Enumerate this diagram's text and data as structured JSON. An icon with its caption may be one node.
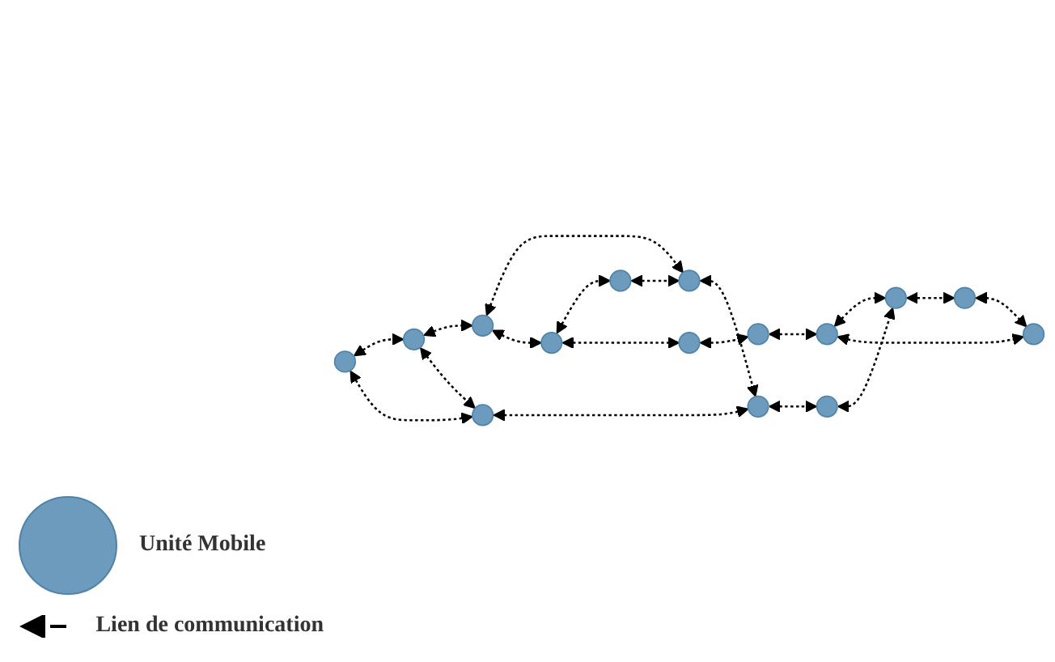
{
  "diagram": {
    "nodes": [
      {
        "text": [],
        "shape": "circle"
      },
      {
        "text": [],
        "shape": "circle"
      },
      {
        "text": [],
        "shape": "circle"
      },
      {
        "text": [],
        "shape": "circle"
      },
      {
        "text": [],
        "shape": "circle"
      },
      {
        "text": [],
        "shape": "circle"
      },
      {
        "text": [],
        "shape": "circle"
      },
      {
        "text": [],
        "shape": "circle"
      },
      {
        "text": [],
        "shape": "circle"
      },
      {
        "text": [],
        "shape": "circle"
      },
      {
        "text": [],
        "shape": "circle"
      },
      {
        "text": [],
        "shape": "circle"
      },
      {
        "text": [],
        "shape": "circle"
      },
      {
        "text": [],
        "shape": "circle"
      },
      {
        "text": [],
        "shape": "circle"
      }
    ],
    "edges": [
      {
        "from": 2,
        "to": 0,
        "arrow": "both",
        "style": "dashed"
      },
      {
        "from": 0,
        "to": 1,
        "arrow": "both",
        "style": "dashed"
      },
      {
        "from": 0,
        "to": 4,
        "arrow": "both",
        "style": "dashed"
      },
      {
        "from": 2,
        "to": 4,
        "arrow": "both",
        "style": "dashed"
      },
      {
        "from": 4,
        "to": 9,
        "arrow": "both",
        "style": "dashed"
      },
      {
        "from": 1,
        "to": 7,
        "arrow": "both",
        "style": "dashed"
      },
      {
        "from": 1,
        "to": 3,
        "arrow": "both",
        "style": "dashed"
      },
      {
        "from": 3,
        "to": 5,
        "arrow": "both",
        "style": "dashed"
      },
      {
        "from": 5,
        "to": 7,
        "arrow": "both",
        "style": "dashed"
      },
      {
        "from": 7,
        "to": 9,
        "arrow": "both",
        "style": "dashed"
      },
      {
        "from": 3,
        "to": 6,
        "arrow": "both",
        "style": "dashed"
      },
      {
        "from": 6,
        "to": 8,
        "arrow": "both",
        "style": "dashed"
      },
      {
        "from": 8,
        "to": 10,
        "arrow": "both",
        "style": "dashed"
      },
      {
        "from": 10,
        "to": 11,
        "arrow": "both",
        "style": "dashed"
      },
      {
        "from": 10,
        "to": 13,
        "arrow": "both",
        "style": "dashed"
      },
      {
        "from": 9,
        "to": 12,
        "arrow": "both",
        "style": "dashed"
      },
      {
        "from": 12,
        "to": 11,
        "arrow": "both",
        "style": "dashed"
      },
      {
        "from": 11,
        "to": 14,
        "arrow": "both",
        "style": "dashed"
      },
      {
        "from": 14,
        "to": 13,
        "arrow": "both",
        "style": "dashed"
      }
    ],
    "legend": [
      {
        "text": "Unité Mobile"
      },
      {
        "text": "Lien de communication"
      }
    ]
  }
}
